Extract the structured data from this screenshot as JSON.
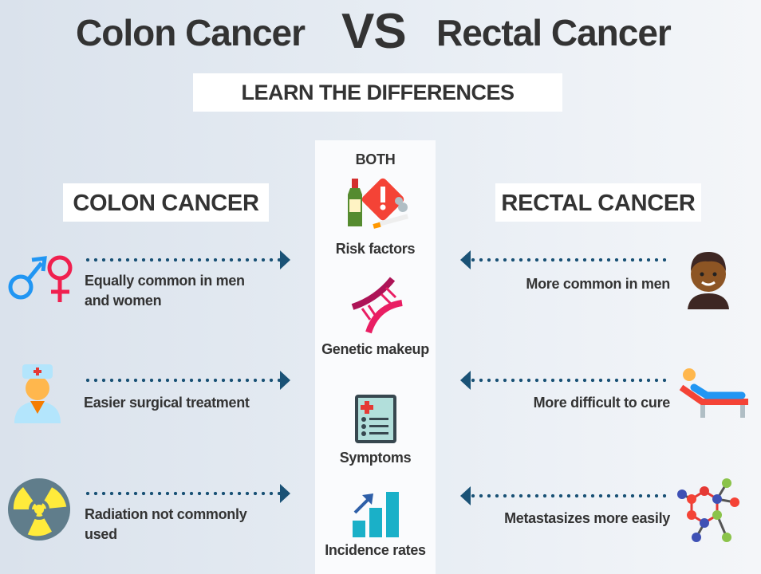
{
  "title": {
    "left": "Colon Cancer",
    "vs": "VS",
    "right": "Rectal Cancer"
  },
  "subtitle": "LEARN THE DIFFERENCES",
  "colon": {
    "header": "COLON CANCER",
    "items": [
      {
        "text_lines": [
          "Equally common in men",
          "and women"
        ],
        "icon": "gender-icon"
      },
      {
        "text_lines": [
          "Easier surgical treatment"
        ],
        "icon": "surgeon-icon"
      },
      {
        "text_lines": [
          "Radiation not commonly",
          "used"
        ],
        "icon": "radiation-icon"
      }
    ]
  },
  "rectal": {
    "header": "RECTAL CANCER",
    "items": [
      {
        "text": "More common in men",
        "icon": "man-icon"
      },
      {
        "text": "More difficult to cure",
        "icon": "patient-bed-icon"
      },
      {
        "text": "Metastasizes more easily",
        "icon": "molecule-icon"
      }
    ]
  },
  "both": {
    "header": "BOTH",
    "items": [
      {
        "label": "Risk factors",
        "icon": "risk-factors-icon"
      },
      {
        "label": "Genetic makeup",
        "icon": "dna-icon"
      },
      {
        "label": "Symptoms",
        "icon": "clipboard-icon"
      },
      {
        "label": "Incidence rates",
        "icon": "bar-chart-icon"
      }
    ]
  },
  "colors": {
    "arrow": "#1a5276",
    "text": "#333333"
  }
}
